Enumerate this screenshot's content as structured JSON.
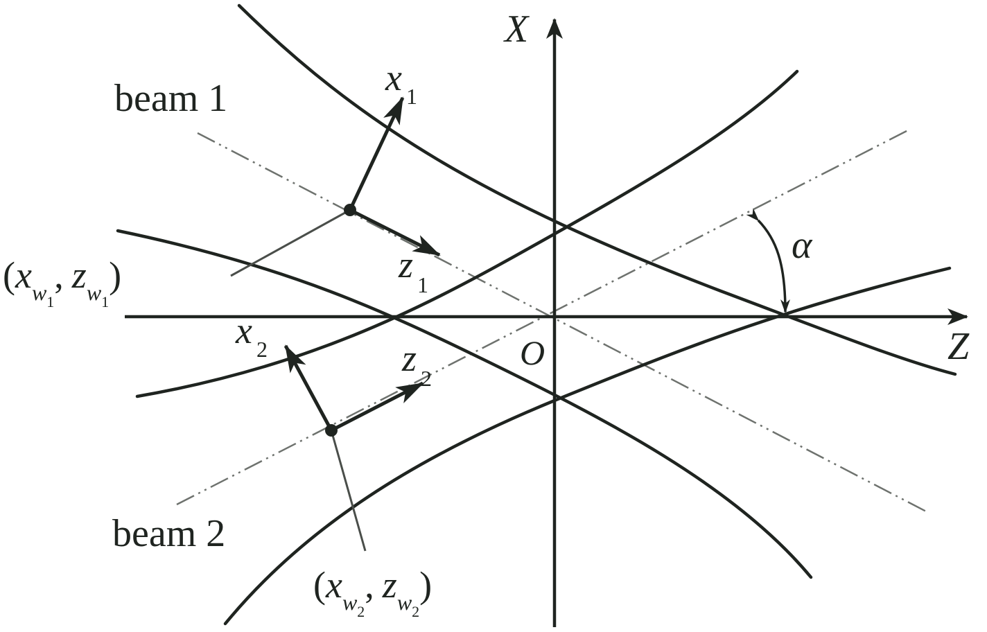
{
  "axes": {
    "horizontal": "Z",
    "vertical": "X",
    "origin": "O"
  },
  "beams": [
    {
      "label": "beam 1",
      "local_x": "x",
      "local_x_sub": "1",
      "local_z": "z",
      "local_z_sub": "1",
      "waist": {
        "open": "(",
        "x": "x",
        "x_sub": "w",
        "x_subsub": "1",
        "sep": ",",
        "z": "z",
        "z_sub": "w",
        "z_subsub": "1",
        "close": ")"
      }
    },
    {
      "label": "beam 2",
      "local_x": "x",
      "local_x_sub": "2",
      "local_z": "z",
      "local_z_sub": "2",
      "waist": {
        "open": "(",
        "x": "x",
        "x_sub": "w",
        "x_subsub": "2",
        "sep": ",",
        "z": "z",
        "z_sub": "w",
        "z_subsub": "2",
        "close": ")"
      }
    }
  ],
  "angle": {
    "symbol": "α"
  },
  "colors": {
    "ink": "#1f2420",
    "dashdot": "#6e726e",
    "background": "#ffffff"
  }
}
